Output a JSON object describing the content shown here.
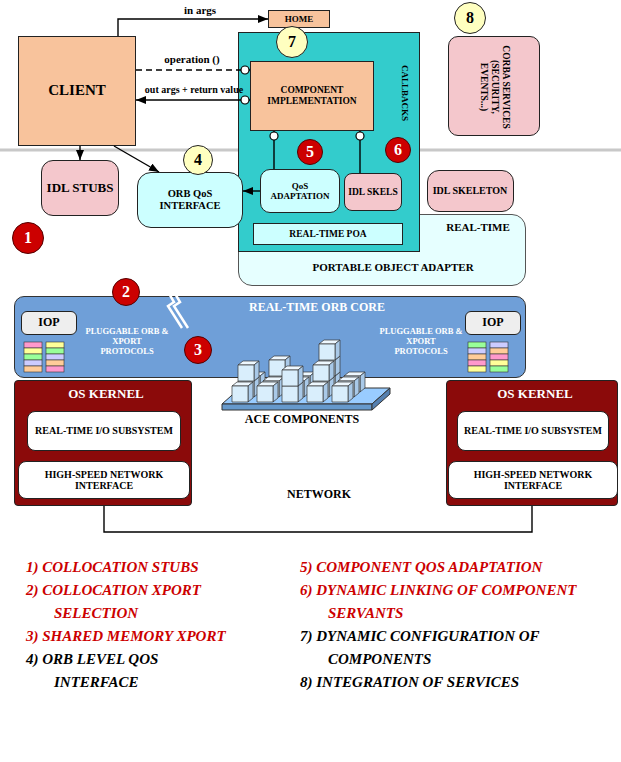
{
  "diagram": {
    "nodes": [
      {
        "text": [
          "CLIENT"
        ]
      },
      {
        "text": [
          "HOME"
        ]
      },
      {
        "text": [
          "CORBA SERVICES (SECURITY, EVENTS...)"
        ]
      },
      {
        "text": [
          "8"
        ]
      },
      {
        "text": [
          "REAL-TIME",
          "PORTABLE OBJECT ADAPTER"
        ]
      },
      {
        "text": [
          "CALLBACKS"
        ]
      },
      {
        "text": [
          "COMPONENT IMPLEMENTATION"
        ],
        "in": 5
      },
      {
        "text": [
          "QoS ADAPTATION"
        ],
        "in": 5
      },
      {
        "text": [
          "IDL SKELS"
        ],
        "in": 5
      },
      {
        "text": [
          "REAL-TIME POA"
        ],
        "in": 5
      },
      {
        "text": [
          "7"
        ]
      },
      {
        "text": [
          "5"
        ]
      },
      {
        "text": [
          "6"
        ]
      },
      {
        "text": [
          "IDL STUBS"
        ]
      },
      {
        "text": [
          "1"
        ]
      },
      {
        "text": [
          "ORB QoS INTERFACE"
        ]
      },
      {
        "text": [
          "4"
        ]
      },
      {
        "text": [
          "IDL SKELETON"
        ]
      },
      {
        "text": [
          "REAL-TIME ORB CORE",
          "PLUGGABLE ORB & XPORT PROTOCOLS",
          "PLUGGABLE ORB & XPORT PROTOCOLS"
        ]
      },
      {
        "text": [
          "IOP"
        ],
        "in": 18
      },
      {
        "text": [
          "IOP"
        ],
        "in": 18
      },
      {
        "text": [
          "2"
        ]
      },
      {
        "text": [
          "3"
        ]
      },
      {
        "text": [
          "OS KERNEL"
        ]
      },
      {
        "text": [
          "REAL-TIME I/O SUBSYSTEM"
        ],
        "in": 23
      },
      {
        "text": [
          "HIGH-SPEED NETWORK INTERFACE"
        ],
        "in": 23
      },
      {
        "text": [
          "OS KERNEL"
        ]
      },
      {
        "text": [
          "REAL-TIME I/O SUBSYSTEM"
        ],
        "in": 26
      },
      {
        "text": [
          "HIGH-SPEED NETWORK INTERFACE"
        ],
        "in": 26
      }
    ],
    "edges": [
      {
        "from": 0,
        "to": 1,
        "label": "in args",
        "arrow": "to"
      },
      {
        "from": 0,
        "to": 6,
        "label": "operation ()",
        "arrow": "none"
      },
      {
        "from": 6,
        "to": 0,
        "label": "out args + return value",
        "arrow": "to"
      },
      {
        "from": 0,
        "to": 13,
        "arrow": "to"
      },
      {
        "from": 0,
        "to": 15,
        "arrow": "to"
      },
      {
        "from": 7,
        "to": 15,
        "arrow": "to"
      },
      {
        "from": 6,
        "to": 7,
        "arrow": "none"
      },
      {
        "from": 6,
        "to": 8,
        "arrow": "none"
      },
      {
        "from": 23,
        "to": 26,
        "label": "NETWORK",
        "arrow": "none"
      }
    ],
    "labels": [
      "ACE COMPONENTS",
      "1) COLLOCATION STUBS",
      "2) COLLOCATION XPORT SELECTION",
      "3) SHARED MEMORY XPORT",
      "4) ORB LEVEL QOS INTERFACE",
      "5) COMPONENT QOS ADAPTATION",
      "6) DYNAMIC LINKING OF COMPONENT SERVANTS",
      "7) DYNAMIC CONFIGURATION OF COMPONENTS",
      "8) INTEGRATION OF SERVICES"
    ]
  }
}
